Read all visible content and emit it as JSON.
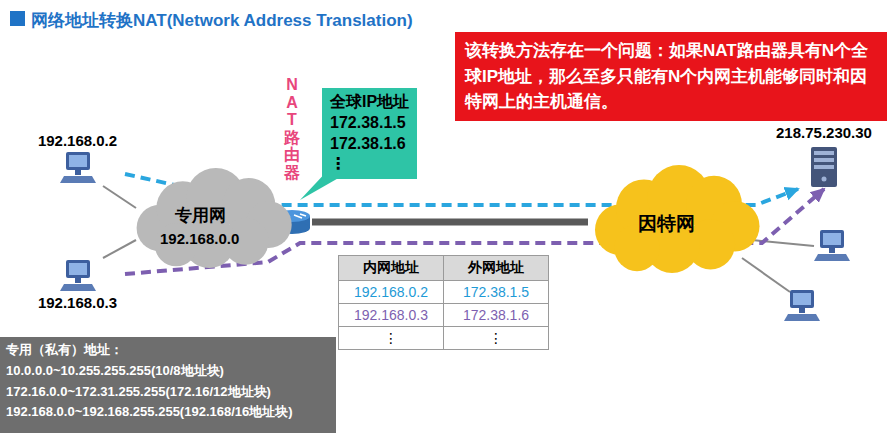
{
  "diagram": {
    "title": "网络地址转换NAT(Network Address Translation)",
    "nodes": [
      {
        "text": [
          "该转换方法存在一个问题：如果NAT路由器具有N个全球IP地址，那么至多只能有N个内网主机能够同时和因特网上的主机通信。"
        ]
      },
      {
        "text": [
          "全球IP地址",
          "172.38.1.5",
          "172.38.1.6",
          "⋮"
        ]
      },
      {
        "text": [
          "192.168.0.2"
        ]
      },
      {
        "text": [
          "NAT路由器"
        ]
      },
      {
        "text": [
          "专用网",
          "192.168.0.0"
        ]
      },
      {
        "text": [
          "因特网"
        ]
      },
      {
        "text": [
          "218.75.230.30"
        ]
      },
      {
        "text": [
          "192.168.0.3"
        ]
      },
      {
        "text": [
          "专用（私有）地址：",
          "10.0.0.0~10.255.255.255(10/8地址块)",
          "172.16.0.0~172.31.255.255(172.16/12地址块)",
          "192.168.0.0~192.168.255.255(192.168/16地址块)"
        ]
      }
    ],
    "edges": [
      {
        "from": 2,
        "to": 6,
        "arrow": "to"
      },
      {
        "from": 7,
        "to": 6,
        "arrow": "to"
      },
      {
        "from": 2,
        "to": 4,
        "arrow": "none"
      },
      {
        "from": 7,
        "to": 4,
        "arrow": "none"
      },
      {
        "from": 3,
        "to": 5,
        "arrow": "none"
      }
    ],
    "labels": [
      "内网地址",
      "外网地址",
      "192.168.0.2",
      "172.38.1.5",
      "192.168.0.3",
      "172.38.1.6",
      "⋮",
      "⋮"
    ]
  }
}
